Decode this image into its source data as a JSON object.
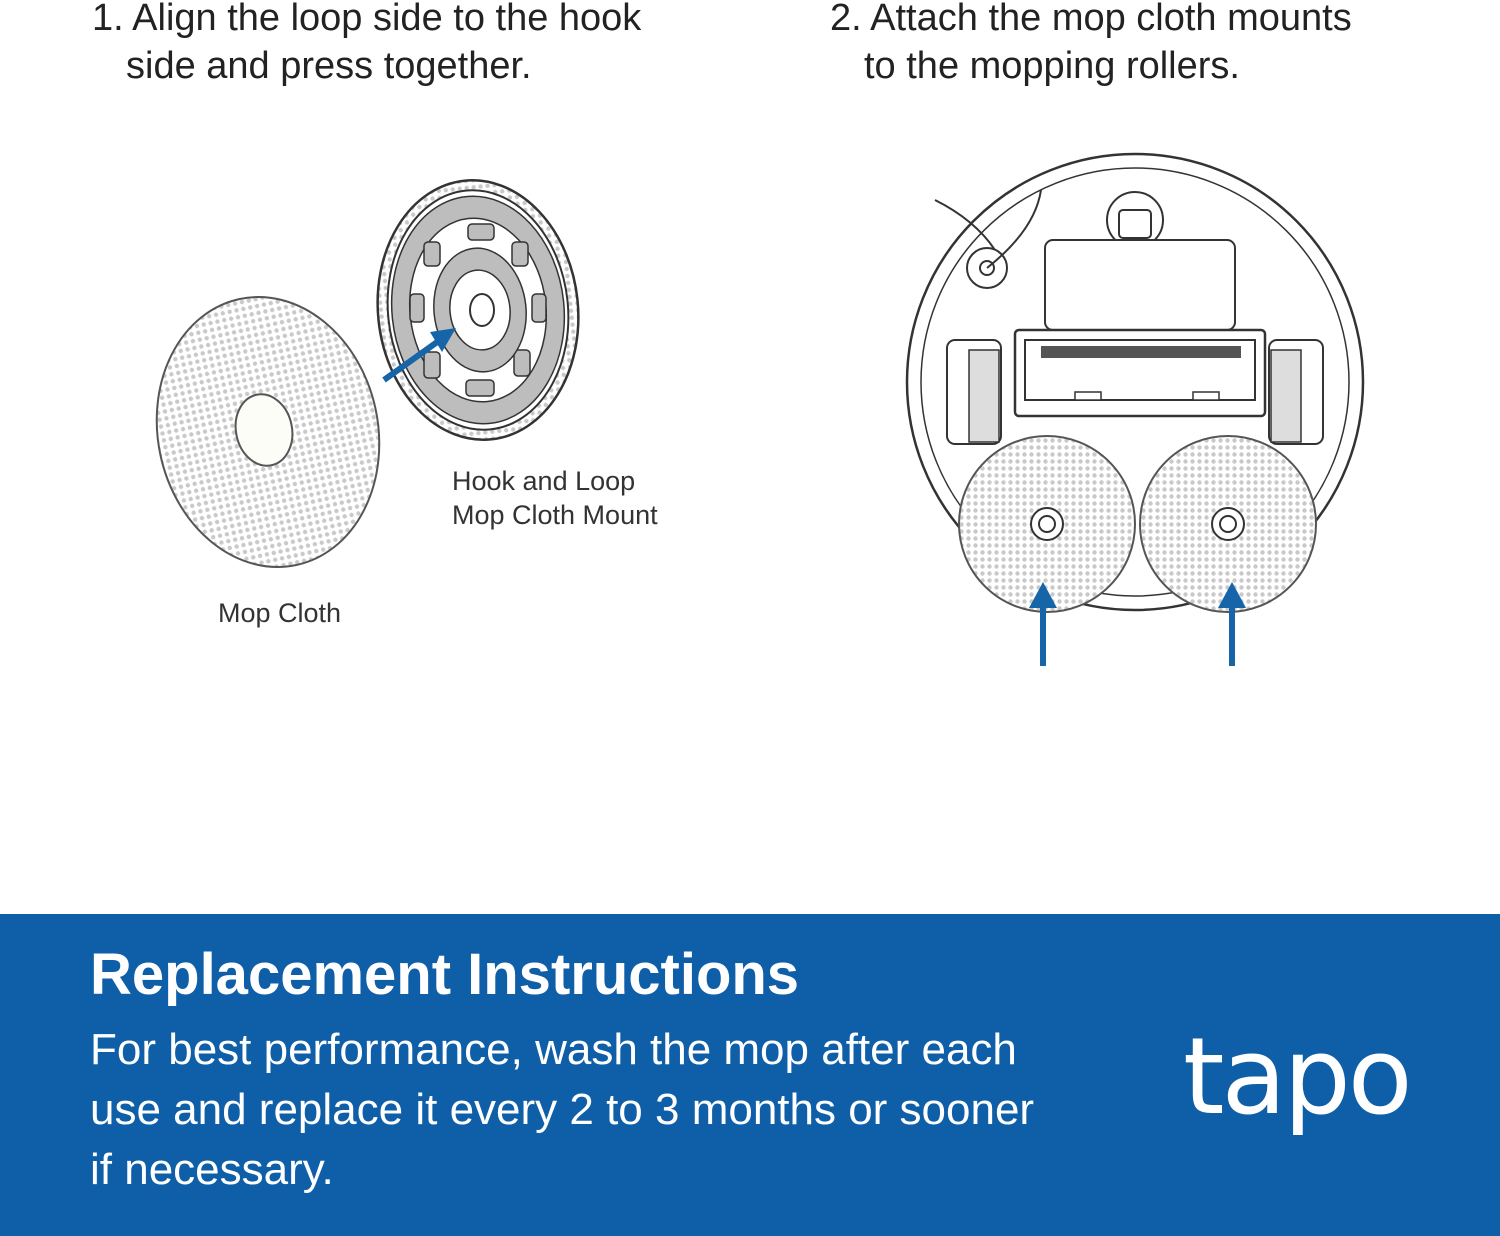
{
  "steps": [
    {
      "lines": [
        "1. Align the loop side to the hook",
        "side and press together."
      ]
    },
    {
      "lines": [
        "2.  Attach the mop cloth mounts",
        "to the mopping rollers."
      ]
    }
  ],
  "labels": {
    "mount": [
      "Hook and Loop",
      "Mop Cloth Mount"
    ],
    "cloth": "Mop Cloth"
  },
  "banner": {
    "title": "Replacement Instructions",
    "body": [
      "For best performance, wash the mop after each",
      "use and replace it every 2 to 3 months or sooner",
      "if necessary."
    ],
    "logo": "tapo"
  },
  "colors": {
    "accent": "#1565a8",
    "banner": "#0f5ea8",
    "text": "#222222"
  },
  "icons": [
    "arrow-icon"
  ]
}
